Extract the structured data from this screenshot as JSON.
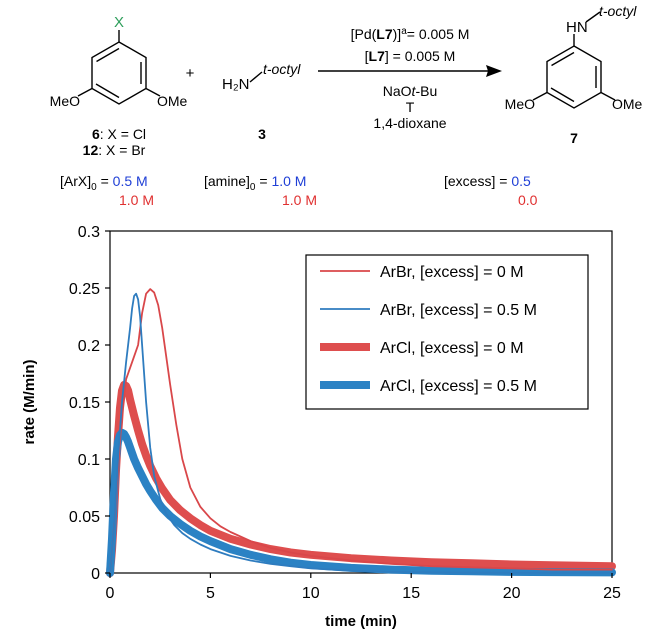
{
  "scheme": {
    "aryl_halide": {
      "substituent": "X",
      "left_group": "MeO",
      "right_group": "OMe",
      "label_line1": {
        "num": "6",
        "rest": ": X = Cl"
      },
      "label_line2": {
        "num": "12",
        "rest": ": X = Br"
      }
    },
    "plus": "+",
    "amine": {
      "h2n": "H₂N",
      "group": "t-octyl",
      "number": "3"
    },
    "conditions": {
      "line1_pre": "[Pd(",
      "line1_bold": "L7",
      "line1_mid": ")]",
      "line1_sup": "a",
      "line1_post": "= 0.005 M",
      "line2_pre": "[",
      "line2_bold": "L7",
      "line2_post": "] = 0.005 M",
      "line3_pre": "NaO",
      "line3_it": "t",
      "line3_post": "-Bu",
      "line4": "T",
      "line5": "1,4-dioxane"
    },
    "product": {
      "hn": "HN",
      "group": "t-octyl",
      "left_group": "MeO",
      "right_group": "OMe",
      "number": "7"
    },
    "concentrations": {
      "arx_label": "[ArX]",
      "arx_sub": "0",
      "arx_eq": " = ",
      "arx_blue": "0.5 M",
      "arx_red": "1.0 M",
      "amine_label": "[amine]",
      "amine_sub": "0",
      "amine_eq": " = ",
      "amine_blue": "1.0 M",
      "amine_red": "1.0 M",
      "excess_label": "[excess] = ",
      "excess_blue": "0.5",
      "excess_red": "0.0"
    },
    "colors": {
      "blue": "#1f3fd6",
      "red": "#e03030",
      "green": "#2e9e5b"
    }
  },
  "chart_data": {
    "type": "line",
    "title": "",
    "xlabel": "time (min)",
    "ylabel": "rate (M/min)",
    "xlim": [
      0,
      25
    ],
    "ylim": [
      0,
      0.3
    ],
    "xticks": [
      "0",
      "5",
      "10",
      "15",
      "20",
      "25"
    ],
    "yticks": [
      "0",
      "0.05",
      "0.1",
      "0.15",
      "0.2",
      "0.25",
      "0.3"
    ],
    "grid": false,
    "legend_position": "top-right",
    "series": [
      {
        "name": "ArBr, [excess] = 0 M",
        "color": "#d9474a",
        "weight": "thin",
        "x": [
          0,
          0.2,
          0.4,
          0.6,
          0.8,
          1.0,
          1.2,
          1.4,
          1.6,
          1.8,
          2.0,
          2.2,
          2.4,
          2.6,
          2.8,
          3.0,
          3.3,
          3.6,
          4.0,
          4.5,
          5,
          5.5,
          6,
          7,
          8,
          9,
          10,
          12,
          14,
          16,
          18,
          20,
          22,
          25
        ],
        "values": [
          0,
          0.04,
          0.09,
          0.14,
          0.17,
          0.18,
          0.19,
          0.2,
          0.228,
          0.245,
          0.249,
          0.246,
          0.235,
          0.215,
          0.19,
          0.165,
          0.13,
          0.1,
          0.075,
          0.058,
          0.048,
          0.041,
          0.036,
          0.028,
          0.022,
          0.018,
          0.015,
          0.011,
          0.008,
          0.006,
          0.005,
          0.004,
          0.003,
          0.003
        ]
      },
      {
        "name": "ArBr, [excess] = 0.5 M",
        "color": "#2e7cbf",
        "weight": "thin",
        "x": [
          0,
          0.2,
          0.4,
          0.6,
          0.8,
          1.0,
          1.1,
          1.2,
          1.3,
          1.4,
          1.5,
          1.6,
          1.8,
          2.0,
          2.2,
          2.5,
          2.8,
          3.2,
          3.6,
          4.0,
          4.5,
          5,
          6,
          7,
          8,
          9,
          10,
          12,
          14,
          16,
          18,
          20,
          25
        ],
        "values": [
          0,
          0.04,
          0.1,
          0.15,
          0.185,
          0.215,
          0.232,
          0.243,
          0.245,
          0.24,
          0.225,
          0.2,
          0.15,
          0.11,
          0.085,
          0.065,
          0.052,
          0.042,
          0.035,
          0.03,
          0.025,
          0.021,
          0.015,
          0.011,
          0.008,
          0.006,
          0.004,
          0.002,
          0.001,
          0.0005,
          0.0003,
          0.0002,
          0.0001
        ]
      },
      {
        "name": "ArCl, [excess] = 0 M",
        "color": "#de4e4e",
        "weight": "thick",
        "x": [
          0,
          0.1,
          0.2,
          0.3,
          0.4,
          0.5,
          0.6,
          0.7,
          0.8,
          0.9,
          1.0,
          1.1,
          1.2,
          1.4,
          1.6,
          1.8,
          2.0,
          2.3,
          2.6,
          3.0,
          3.5,
          4.0,
          4.5,
          5,
          6,
          7,
          8,
          9,
          10,
          12,
          14,
          16,
          18,
          20,
          22,
          25
        ],
        "values": [
          0,
          0.02,
          0.05,
          0.09,
          0.12,
          0.145,
          0.16,
          0.165,
          0.164,
          0.16,
          0.152,
          0.145,
          0.138,
          0.125,
          0.113,
          0.103,
          0.094,
          0.083,
          0.074,
          0.064,
          0.055,
          0.048,
          0.042,
          0.037,
          0.03,
          0.025,
          0.021,
          0.018,
          0.016,
          0.013,
          0.011,
          0.0095,
          0.0085,
          0.0075,
          0.0068,
          0.006
        ]
      },
      {
        "name": "ArCl, [excess] = 0.5 M",
        "color": "#2b82c4",
        "weight": "thick",
        "x": [
          0,
          0.1,
          0.2,
          0.3,
          0.4,
          0.5,
          0.6,
          0.7,
          0.8,
          0.9,
          1.0,
          1.2,
          1.4,
          1.6,
          1.8,
          2.0,
          2.3,
          2.6,
          3.0,
          3.5,
          4.0,
          4.5,
          5,
          6,
          7,
          8,
          9,
          10,
          12,
          14,
          16,
          18,
          20,
          22,
          25
        ],
        "values": [
          0,
          0.03,
          0.07,
          0.1,
          0.115,
          0.121,
          0.123,
          0.122,
          0.119,
          0.115,
          0.11,
          0.1,
          0.092,
          0.085,
          0.078,
          0.072,
          0.064,
          0.057,
          0.05,
          0.043,
          0.037,
          0.032,
          0.028,
          0.021,
          0.016,
          0.012,
          0.009,
          0.007,
          0.0045,
          0.003,
          0.002,
          0.0015,
          0.001,
          0.0008,
          0.0005
        ]
      }
    ]
  }
}
